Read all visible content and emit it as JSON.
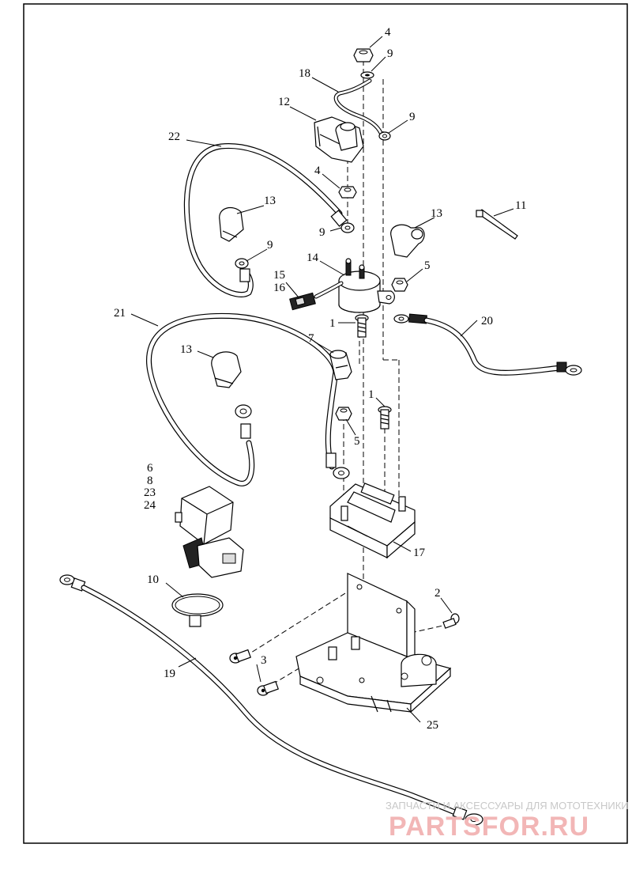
{
  "callouts": {
    "c1a": "1",
    "c1b": "1",
    "c2": "2",
    "c3": "3",
    "c4a": "4",
    "c4b": "4",
    "c5a": "5",
    "c5b": "5",
    "c6": "6",
    "c8": "8",
    "c23": "23",
    "c24": "24",
    "c7": "7",
    "c9a": "9",
    "c9b": "9",
    "c9c": "9",
    "c9d": "9",
    "c10": "10",
    "c11": "11",
    "c12": "12",
    "c13a": "13",
    "c13b": "13",
    "c13c": "13",
    "c14": "14",
    "c15": "15",
    "c16": "16",
    "c17": "17",
    "c18": "18",
    "c19": "19",
    "c20": "20",
    "c21": "21",
    "c22": "22",
    "c25": "25"
  },
  "watermark": {
    "tagline": "ЗАПЧАСТИ И АКСЕССУАРЫ ДЛЯ МОТОТЕХНИКИ",
    "logo": "PARTSFOR.RU"
  }
}
